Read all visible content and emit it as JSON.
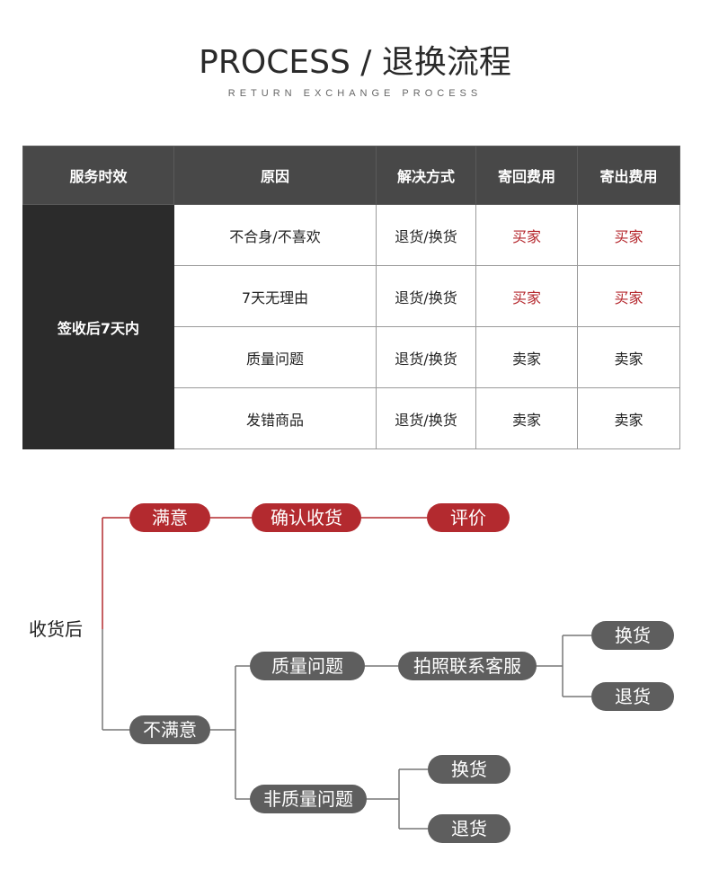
{
  "header": {
    "title": "PROCESS / 退换流程",
    "subtitle": "RETURN EXCHANGE PROCESS"
  },
  "table": {
    "headers": [
      "服务时效",
      "原因",
      "解决方式",
      "寄回费用",
      "寄出费用"
    ],
    "period": "签收后7天内",
    "rows": [
      {
        "reason": "不合身/不喜欢",
        "solution": "退货/换货",
        "return_fee": "买家",
        "send_fee": "买家"
      },
      {
        "reason": "7天无理由",
        "solution": "退货/换货",
        "return_fee": "买家",
        "send_fee": "买家"
      },
      {
        "reason": "质量问题",
        "solution": "退货/换货",
        "return_fee": "卖家",
        "send_fee": "卖家"
      },
      {
        "reason": "发错商品",
        "solution": "退货/换货",
        "return_fee": "卖家",
        "send_fee": "卖家"
      }
    ],
    "colors": {
      "buyer": "#b5272d",
      "seller": "#222222"
    }
  },
  "flow": {
    "root": "收货后",
    "satisfied": "满意",
    "confirm": "确认收货",
    "review": "评价",
    "unsatisfied": "不满意",
    "quality_issue": "质量问题",
    "contact_service": "拍照联系客服",
    "exchange_a": "换货",
    "return_a": "退货",
    "non_quality_issue": "非质量问题",
    "exchange_b": "换货",
    "return_b": "退货",
    "colors": {
      "positive": "#b32a2f",
      "negative": "#5e5e5e",
      "line_positive": "#b32a2f",
      "line_negative": "#777777"
    }
  }
}
